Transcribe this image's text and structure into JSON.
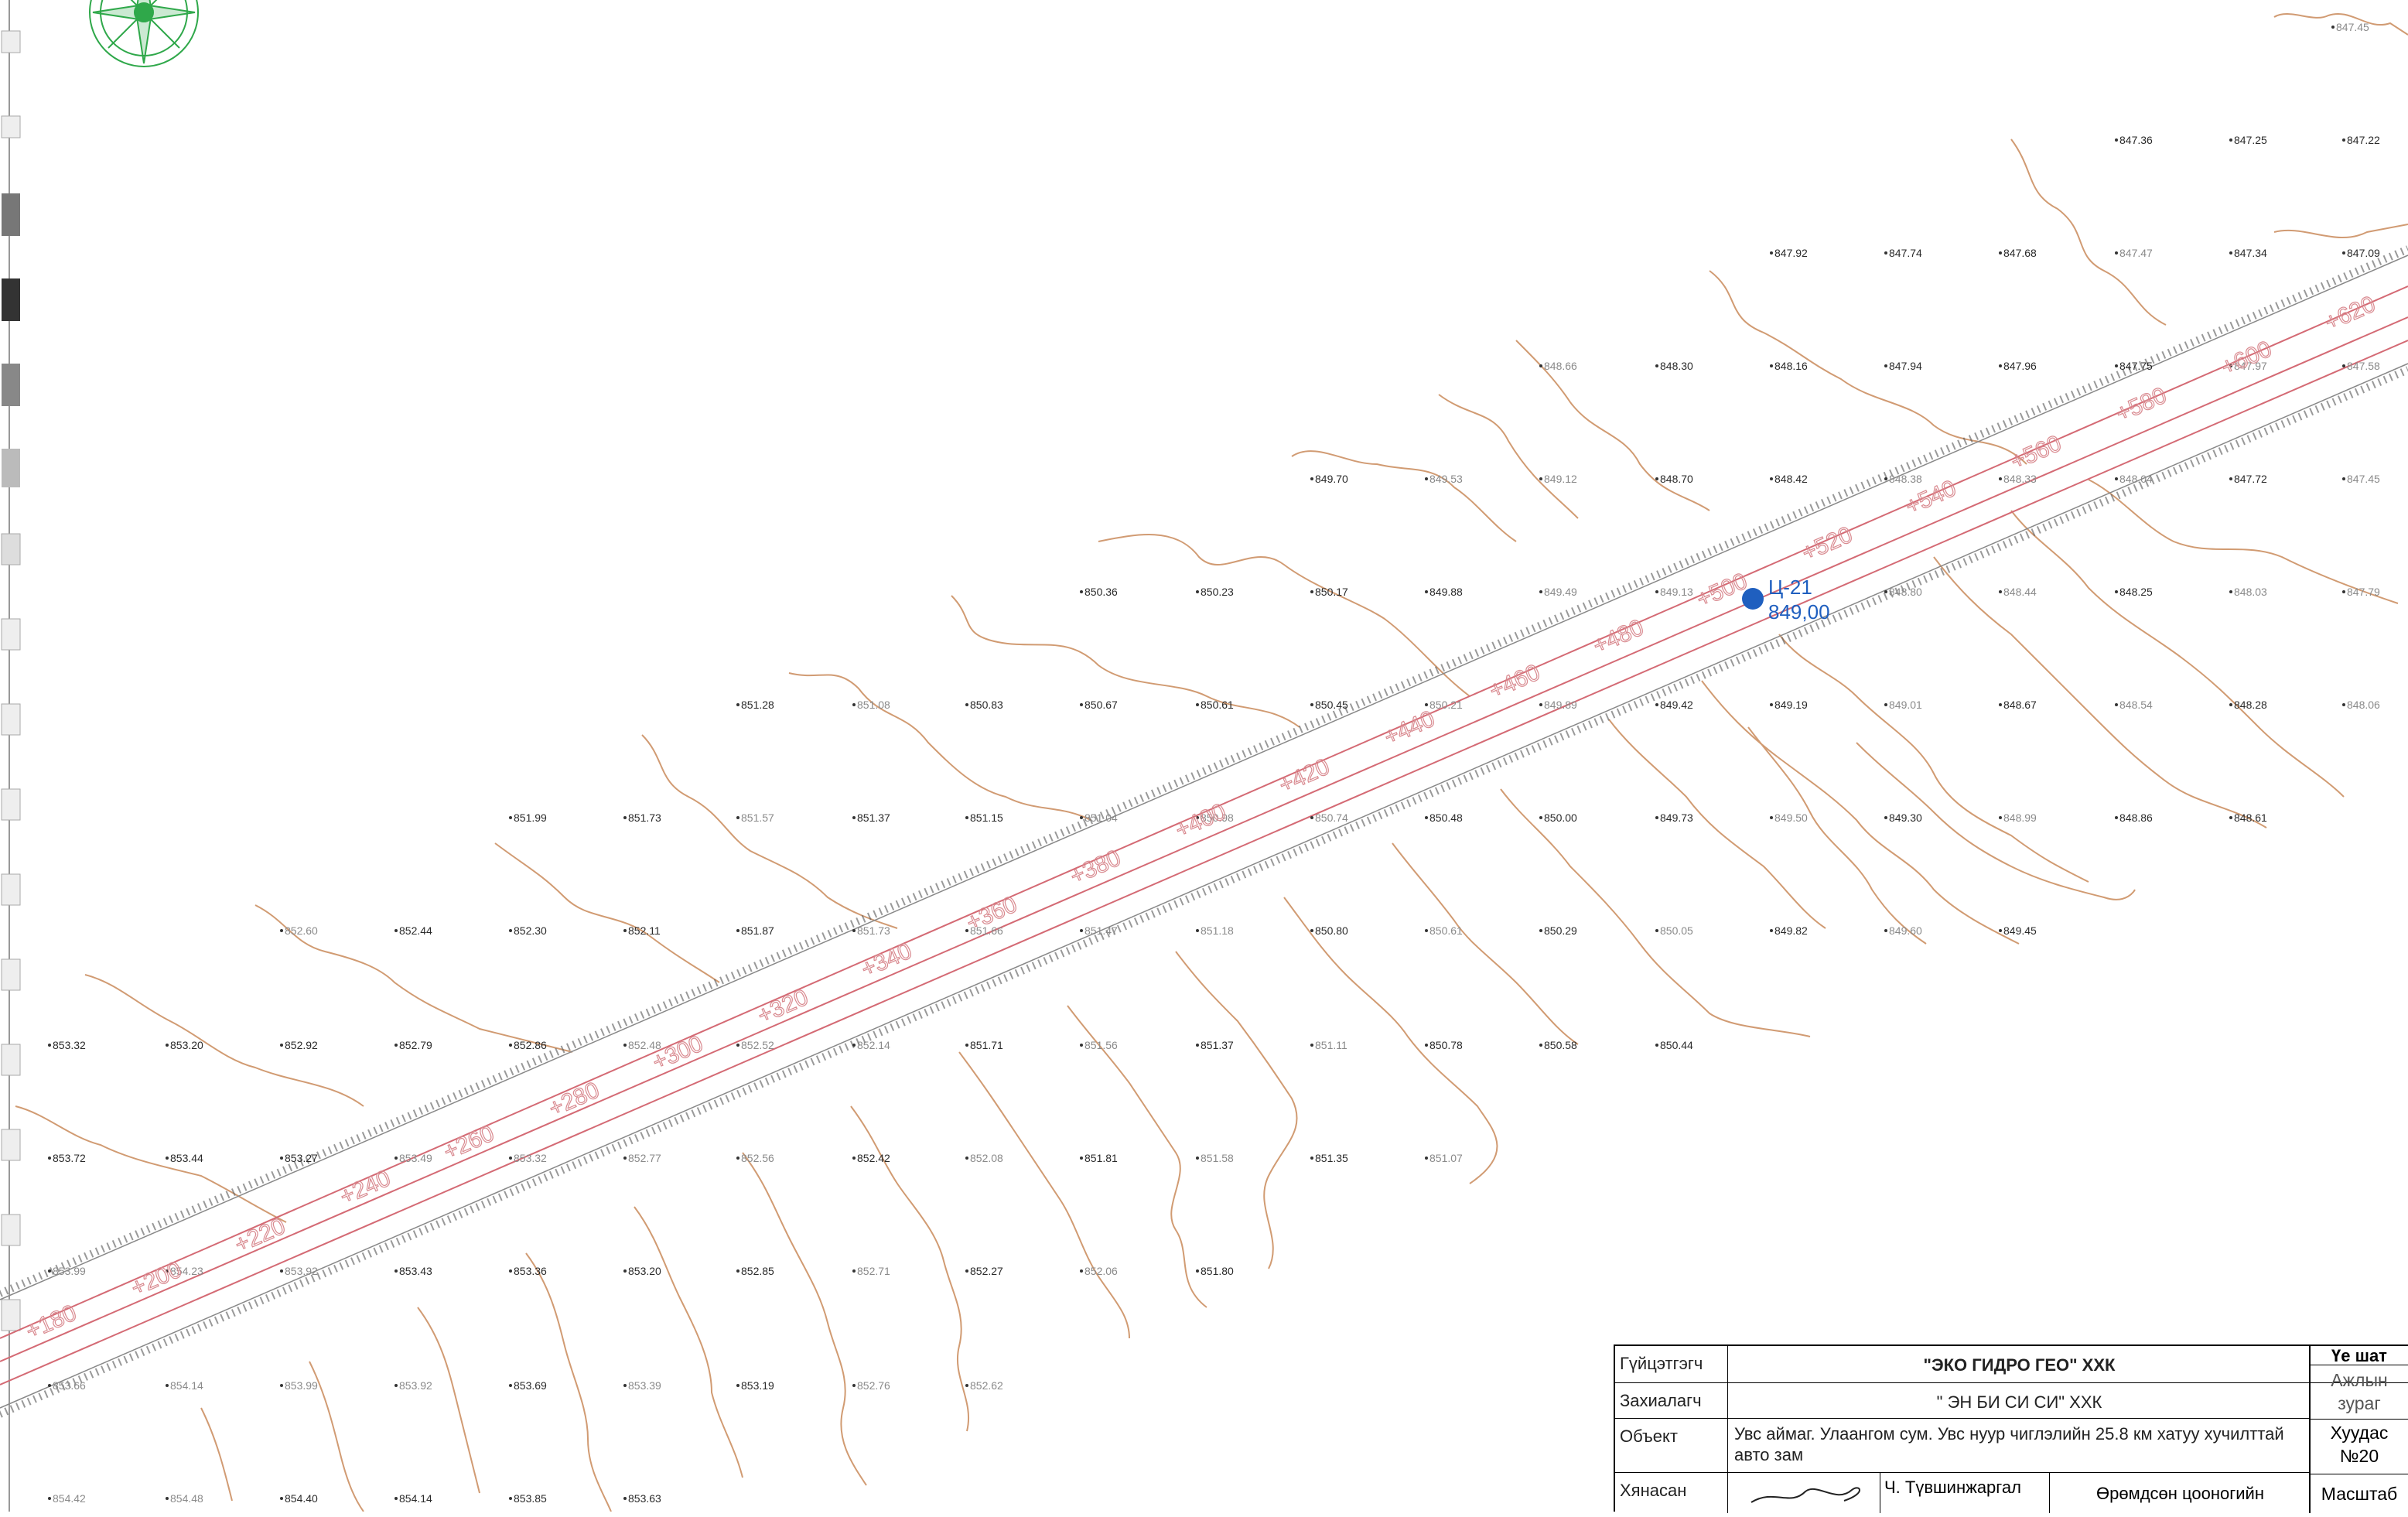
{
  "map": {
    "spot_heights": [
      {
        "v": "847.45",
        "c": [
          3020,
          40
        ],
        "faint": true
      },
      {
        "v": "847.36",
        "c": [
          2740,
          186
        ]
      },
      {
        "v": "847.25",
        "c": [
          2888,
          186
        ]
      },
      {
        "v": "847.22",
        "c": [
          3034,
          186
        ]
      },
      {
        "v": "847.92",
        "c": [
          2294,
          332
        ]
      },
      {
        "v": "847.74",
        "c": [
          2442,
          332
        ]
      },
      {
        "v": "847.68",
        "c": [
          2590,
          332
        ]
      },
      {
        "v": "847.47",
        "c": [
          2740,
          332
        ],
        "faint": true
      },
      {
        "v": "847.34",
        "c": [
          2888,
          332
        ]
      },
      {
        "v": "847.09",
        "c": [
          3034,
          332
        ]
      },
      {
        "v": "848.66",
        "c": [
          1996,
          478
        ],
        "faint": true
      },
      {
        "v": "848.30",
        "c": [
          2146,
          478
        ]
      },
      {
        "v": "848.16",
        "c": [
          2294,
          478
        ]
      },
      {
        "v": "847.94",
        "c": [
          2442,
          478
        ]
      },
      {
        "v": "847.96",
        "c": [
          2590,
          478
        ]
      },
      {
        "v": "847.75",
        "c": [
          2740,
          478
        ]
      },
      {
        "v": "847.97",
        "c": [
          2888,
          478
        ],
        "faint": true
      },
      {
        "v": "847.58",
        "c": [
          3034,
          478
        ],
        "faint": true
      },
      {
        "v": "849.70",
        "c": [
          1700,
          624
        ]
      },
      {
        "v": "849.53",
        "c": [
          1848,
          624
        ],
        "faint": true
      },
      {
        "v": "849.12",
        "c": [
          1996,
          624
        ],
        "faint": true
      },
      {
        "v": "848.70",
        "c": [
          2146,
          624
        ]
      },
      {
        "v": "848.42",
        "c": [
          2294,
          624
        ]
      },
      {
        "v": "848.38",
        "c": [
          2442,
          624
        ],
        "faint": true
      },
      {
        "v": "848.33",
        "c": [
          2590,
          624
        ],
        "faint": true
      },
      {
        "v": "848.04",
        "c": [
          2740,
          624
        ],
        "faint": true
      },
      {
        "v": "847.72",
        "c": [
          2888,
          624
        ]
      },
      {
        "v": "847.45",
        "c": [
          3034,
          624
        ],
        "faint": true
      },
      {
        "v": "850.36",
        "c": [
          1402,
          770
        ]
      },
      {
        "v": "850.23",
        "c": [
          1552,
          770
        ]
      },
      {
        "v": "850.17",
        "c": [
          1700,
          770
        ]
      },
      {
        "v": "849.88",
        "c": [
          1848,
          770
        ]
      },
      {
        "v": "849.49",
        "c": [
          1996,
          770
        ],
        "faint": true
      },
      {
        "v": "849.13",
        "c": [
          2146,
          770
        ],
        "faint": true
      },
      {
        "v": "848.80",
        "c": [
          2442,
          770
        ],
        "faint": true
      },
      {
        "v": "848.44",
        "c": [
          2590,
          770
        ],
        "faint": true
      },
      {
        "v": "848.25",
        "c": [
          2740,
          770
        ]
      },
      {
        "v": "848.03",
        "c": [
          2888,
          770
        ],
        "faint": true
      },
      {
        "v": "847.79",
        "c": [
          3034,
          770
        ],
        "faint": true
      },
      {
        "v": "851.28",
        "c": [
          958,
          916
        ]
      },
      {
        "v": "851.08",
        "c": [
          1108,
          916
        ],
        "faint": true
      },
      {
        "v": "850.83",
        "c": [
          1254,
          916
        ]
      },
      {
        "v": "850.67",
        "c": [
          1402,
          916
        ]
      },
      {
        "v": "850.61",
        "c": [
          1552,
          916
        ]
      },
      {
        "v": "850.45",
        "c": [
          1700,
          916
        ]
      },
      {
        "v": "850.21",
        "c": [
          1848,
          916
        ],
        "faint": true
      },
      {
        "v": "849.89",
        "c": [
          1996,
          916
        ],
        "faint": true
      },
      {
        "v": "849.42",
        "c": [
          2146,
          916
        ]
      },
      {
        "v": "849.19",
        "c": [
          2294,
          916
        ]
      },
      {
        "v": "849.01",
        "c": [
          2442,
          916
        ],
        "faint": true
      },
      {
        "v": "848.67",
        "c": [
          2590,
          916
        ]
      },
      {
        "v": "848.54",
        "c": [
          2740,
          916
        ],
        "faint": true
      },
      {
        "v": "848.28",
        "c": [
          2888,
          916
        ]
      },
      {
        "v": "848.06",
        "c": [
          3034,
          916
        ],
        "faint": true
      },
      {
        "v": "851.99",
        "c": [
          664,
          1062
        ]
      },
      {
        "v": "851.73",
        "c": [
          812,
          1062
        ]
      },
      {
        "v": "851.57",
        "c": [
          958,
          1062
        ],
        "faint": true
      },
      {
        "v": "851.37",
        "c": [
          1108,
          1062
        ]
      },
      {
        "v": "851.15",
        "c": [
          1254,
          1062
        ]
      },
      {
        "v": "851.04",
        "c": [
          1402,
          1062
        ],
        "faint": true
      },
      {
        "v": "850.98",
        "c": [
          1552,
          1062
        ],
        "faint": true
      },
      {
        "v": "850.74",
        "c": [
          1700,
          1062
        ],
        "faint": true
      },
      {
        "v": "850.48",
        "c": [
          1848,
          1062
        ]
      },
      {
        "v": "850.00",
        "c": [
          1996,
          1062
        ]
      },
      {
        "v": "849.73",
        "c": [
          2146,
          1062
        ]
      },
      {
        "v": "849.50",
        "c": [
          2294,
          1062
        ],
        "faint": true
      },
      {
        "v": "849.30",
        "c": [
          2442,
          1062
        ]
      },
      {
        "v": "848.99",
        "c": [
          2590,
          1062
        ],
        "faint": true
      },
      {
        "v": "848.86",
        "c": [
          2740,
          1062
        ]
      },
      {
        "v": "848.61",
        "c": [
          2888,
          1062
        ]
      },
      {
        "v": "852.60",
        "c": [
          368,
          1208
        ],
        "faint": true
      },
      {
        "v": "852.44",
        "c": [
          516,
          1208
        ]
      },
      {
        "v": "852.30",
        "c": [
          664,
          1208
        ]
      },
      {
        "v": "852.11",
        "c": [
          812,
          1208
        ]
      },
      {
        "v": "851.87",
        "c": [
          958,
          1208
        ]
      },
      {
        "v": "851.73",
        "c": [
          1108,
          1208
        ],
        "faint": true
      },
      {
        "v": "851.66",
        "c": [
          1254,
          1208
        ],
        "faint": true
      },
      {
        "v": "851.47",
        "c": [
          1402,
          1208
        ],
        "faint": true
      },
      {
        "v": "851.18",
        "c": [
          1552,
          1208
        ],
        "faint": true
      },
      {
        "v": "850.80",
        "c": [
          1700,
          1208
        ]
      },
      {
        "v": "850.61",
        "c": [
          1848,
          1208
        ],
        "faint": true
      },
      {
        "v": "850.29",
        "c": [
          1996,
          1208
        ]
      },
      {
        "v": "850.05",
        "c": [
          2146,
          1208
        ],
        "faint": true
      },
      {
        "v": "849.82",
        "c": [
          2294,
          1208
        ]
      },
      {
        "v": "849.60",
        "c": [
          2442,
          1208
        ],
        "faint": true
      },
      {
        "v": "849.45",
        "c": [
          2590,
          1208
        ]
      },
      {
        "v": "853.32",
        "c": [
          68,
          1356
        ]
      },
      {
        "v": "853.20",
        "c": [
          220,
          1356
        ]
      },
      {
        "v": "852.92",
        "c": [
          368,
          1356
        ]
      },
      {
        "v": "852.79",
        "c": [
          516,
          1356
        ]
      },
      {
        "v": "852.86",
        "c": [
          664,
          1356
        ]
      },
      {
        "v": "852.48",
        "c": [
          812,
          1356
        ],
        "faint": true
      },
      {
        "v": "852.52",
        "c": [
          958,
          1356
        ],
        "faint": true
      },
      {
        "v": "852.14",
        "c": [
          1108,
          1356
        ],
        "faint": true
      },
      {
        "v": "851.71",
        "c": [
          1254,
          1356
        ]
      },
      {
        "v": "851.56",
        "c": [
          1402,
          1356
        ],
        "faint": true
      },
      {
        "v": "851.37",
        "c": [
          1552,
          1356
        ]
      },
      {
        "v": "851.11",
        "c": [
          1700,
          1356
        ],
        "faint": true
      },
      {
        "v": "850.78",
        "c": [
          1848,
          1356
        ]
      },
      {
        "v": "850.58",
        "c": [
          1996,
          1356
        ]
      },
      {
        "v": "850.44",
        "c": [
          2146,
          1356
        ]
      },
      {
        "v": "853.72",
        "c": [
          68,
          1502
        ]
      },
      {
        "v": "853.44",
        "c": [
          220,
          1502
        ]
      },
      {
        "v": "853.27",
        "c": [
          368,
          1502
        ]
      },
      {
        "v": "853.49",
        "c": [
          516,
          1502
        ],
        "faint": true
      },
      {
        "v": "853.32",
        "c": [
          664,
          1502
        ],
        "faint": true
      },
      {
        "v": "852.77",
        "c": [
          812,
          1502
        ],
        "faint": true
      },
      {
        "v": "852.56",
        "c": [
          958,
          1502
        ],
        "faint": true
      },
      {
        "v": "852.42",
        "c": [
          1108,
          1502
        ]
      },
      {
        "v": "852.08",
        "c": [
          1254,
          1502
        ],
        "faint": true
      },
      {
        "v": "851.81",
        "c": [
          1402,
          1502
        ]
      },
      {
        "v": "851.58",
        "c": [
          1552,
          1502
        ],
        "faint": true
      },
      {
        "v": "851.35",
        "c": [
          1700,
          1502
        ]
      },
      {
        "v": "851.07",
        "c": [
          1848,
          1502
        ],
        "faint": true
      },
      {
        "v": "853.99",
        "c": [
          68,
          1648
        ],
        "faint": true
      },
      {
        "v": "854.23",
        "c": [
          220,
          1648
        ],
        "faint": true
      },
      {
        "v": "853.92",
        "c": [
          368,
          1648
        ],
        "faint": true
      },
      {
        "v": "853.43",
        "c": [
          516,
          1648
        ]
      },
      {
        "v": "853.36",
        "c": [
          664,
          1648
        ]
      },
      {
        "v": "853.20",
        "c": [
          812,
          1648
        ]
      },
      {
        "v": "852.85",
        "c": [
          958,
          1648
        ]
      },
      {
        "v": "852.71",
        "c": [
          1108,
          1648
        ],
        "faint": true
      },
      {
        "v": "852.27",
        "c": [
          1254,
          1648
        ]
      },
      {
        "v": "852.06",
        "c": [
          1402,
          1648
        ],
        "faint": true
      },
      {
        "v": "851.80",
        "c": [
          1552,
          1648
        ]
      },
      {
        "v": "853.66",
        "c": [
          68,
          1796
        ],
        "faint": true
      },
      {
        "v": "854.14",
        "c": [
          220,
          1796
        ],
        "faint": true
      },
      {
        "v": "853.99",
        "c": [
          368,
          1796
        ],
        "faint": true
      },
      {
        "v": "853.92",
        "c": [
          516,
          1796
        ],
        "faint": true
      },
      {
        "v": "853.69",
        "c": [
          664,
          1796
        ]
      },
      {
        "v": "853.39",
        "c": [
          812,
          1796
        ],
        "faint": true
      },
      {
        "v": "853.19",
        "c": [
          958,
          1796
        ]
      },
      {
        "v": "852.76",
        "c": [
          1108,
          1796
        ],
        "faint": true
      },
      {
        "v": "852.62",
        "c": [
          1254,
          1796
        ],
        "faint": true
      },
      {
        "v": "854.42",
        "c": [
          68,
          1942
        ],
        "faint": true
      },
      {
        "v": "854.48",
        "c": [
          220,
          1942
        ],
        "faint": true
      },
      {
        "v": "854.40",
        "c": [
          368,
          1942
        ]
      },
      {
        "v": "854.14",
        "c": [
          516,
          1942
        ]
      },
      {
        "v": "853.85",
        "c": [
          664,
          1942
        ]
      },
      {
        "v": "853.63",
        "c": [
          812,
          1942
        ]
      }
    ],
    "chainage": [
      {
        "t": "+180",
        "c": [
          70,
          1718
        ]
      },
      {
        "t": "+200",
        "c": [
          206,
          1662
        ]
      },
      {
        "t": "+220",
        "c": [
          340,
          1606
        ]
      },
      {
        "t": "+240",
        "c": [
          476,
          1544
        ]
      },
      {
        "t": "+260",
        "c": [
          610,
          1486
        ]
      },
      {
        "t": "+280",
        "c": [
          746,
          1430
        ]
      },
      {
        "t": "+300",
        "c": [
          880,
          1370
        ]
      },
      {
        "t": "+320",
        "c": [
          1016,
          1310
        ]
      },
      {
        "t": "+340",
        "c": [
          1150,
          1250
        ]
      },
      {
        "t": "+360",
        "c": [
          1286,
          1190
        ]
      },
      {
        "t": "+380",
        "c": [
          1420,
          1130
        ]
      },
      {
        "t": "+400",
        "c": [
          1556,
          1070
        ]
      },
      {
        "t": "+420",
        "c": [
          1690,
          1012
        ]
      },
      {
        "t": "+440",
        "c": [
          1826,
          950
        ]
      },
      {
        "t": "+460",
        "c": [
          1962,
          890
        ]
      },
      {
        "t": "+480",
        "c": [
          2096,
          832
        ]
      },
      {
        "t": "+500",
        "c": [
          2230,
          772
        ]
      },
      {
        "t": "+520",
        "c": [
          2366,
          712
        ]
      },
      {
        "t": "+540",
        "c": [
          2500,
          652
        ]
      },
      {
        "t": "+560",
        "c": [
          2636,
          594
        ]
      },
      {
        "t": "+580",
        "c": [
          2772,
          532
        ]
      },
      {
        "t": "+600",
        "c": [
          2908,
          472
        ]
      },
      {
        "t": "+620",
        "c": [
          3042,
          414
        ]
      }
    ],
    "benchmark": {
      "name": "Ц-21",
      "elevation": "849,00"
    }
  },
  "title_block": {
    "contractor_label": "Гүйцэтгэгч",
    "contractor_value": "\"ЭКО ГИДРО ГЕО\" ХХК",
    "customer_label": "Захиалагч",
    "customer_value": "\" ЭН БИ СИ СИ\"  ХХК",
    "object_label": "Объект",
    "object_value": "Увс аймаг. Улаангом сум. Увс нуур чиглэлийн 25.8 км хатуу хучилттай авто зам",
    "checked_label": "Хянасан",
    "checked_name": "Ч. Түвшинжаргал",
    "drawing_title": "Өрөмдсөн цооногийн",
    "stage_label": "Үе шат",
    "stage_value": "Ажлын зураг",
    "sheet_label": "Хуудас",
    "sheet_value": "№20",
    "scale_label": "Масштаб"
  },
  "colors": {
    "contour": "#c98a5a",
    "road": "#d46a74",
    "benchmark": "#1f5fbf",
    "compass": "#2fa84a"
  }
}
